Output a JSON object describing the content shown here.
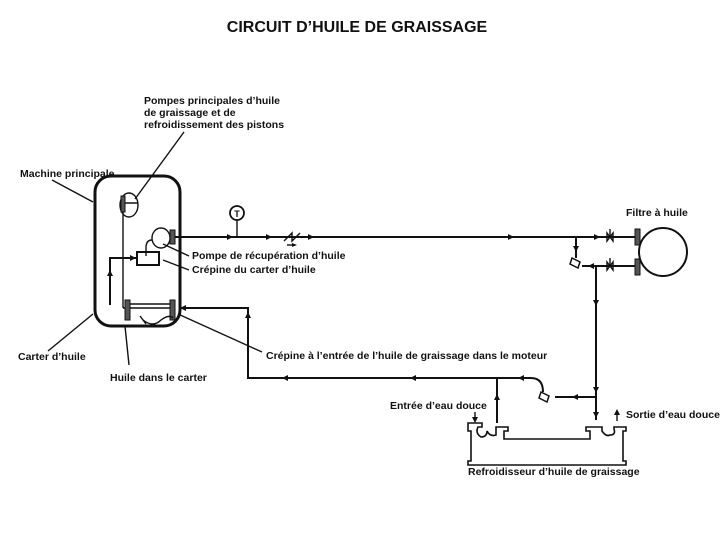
{
  "title": "CIRCUIT D’HUILE DE GRAISSAGE",
  "labels": {
    "main_pumps": [
      "Pompes principales d’huile",
      "de graissage et de",
      "refroidissement des pistons"
    ],
    "main_engine": "Machine principale",
    "scavenge_pump": "Pompe de récupération d’huile",
    "sump_strainer": "Crépine du carter d’huile",
    "oil_filter": "Filtre à huile",
    "oil_sump": "Carter d’huile",
    "oil_in_sump": "Huile dans le carter",
    "inlet_strainer": "Crépine à l’entrée de l’huile de graissage dans le moteur",
    "fresh_water_in": "Entrée d’eau douce",
    "fresh_water_out": "Sortie d’eau douce",
    "oil_cooler": "Refroidisseur d’huile de graissage"
  },
  "symbols": {
    "thermometer": "T"
  }
}
